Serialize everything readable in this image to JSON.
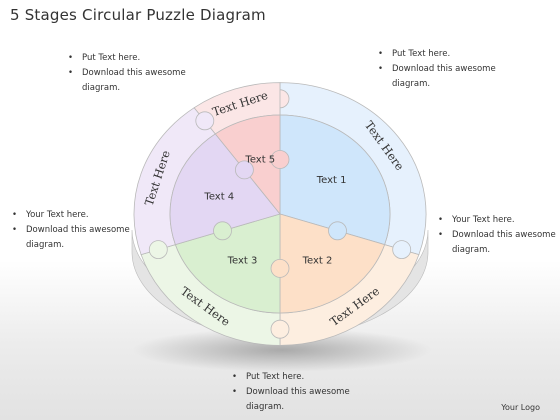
{
  "title": "5 Stages Circular Puzzle Diagram",
  "notes": [
    {
      "id": "top-left",
      "line1": "Put Text here.",
      "line2": "Download this awesome",
      "line3": "diagram."
    },
    {
      "id": "top-right",
      "line1": "Put Text here.",
      "line2": "Download this awesome",
      "line3": "diagram."
    },
    {
      "id": "mid-left",
      "line1": "Your Text here.",
      "line2": "Download this awesome",
      "line3": "diagram."
    },
    {
      "id": "mid-right",
      "line1": "Your Text here.",
      "line2": "Download this awesome",
      "line3": "diagram."
    },
    {
      "id": "bottom",
      "line1": "Put Text here.",
      "line2": "Download this awesome",
      "line3": "diagram."
    }
  ],
  "slices": [
    {
      "label": "Text 1",
      "fill": "#cfe6fb"
    },
    {
      "label": "Text 2",
      "fill": "#fde0c8"
    },
    {
      "label": "Text 3",
      "fill": "#d9efd0"
    },
    {
      "label": "Text 4",
      "fill": "#e3d7f3"
    },
    {
      "label": "Text 5",
      "fill": "#f9cfcf"
    }
  ],
  "ring": [
    {
      "label": "Text Here",
      "fill": "#e6f1fd"
    },
    {
      "label": "Text Here",
      "fill": "#fdeee0"
    },
    {
      "label": "Text Here",
      "fill": "#ecf6e6"
    },
    {
      "label": "Text Here",
      "fill": "#f0e8f8"
    },
    {
      "label": "Text Here",
      "fill": "#fbe6e6"
    }
  ],
  "logo": "Your Logo"
}
